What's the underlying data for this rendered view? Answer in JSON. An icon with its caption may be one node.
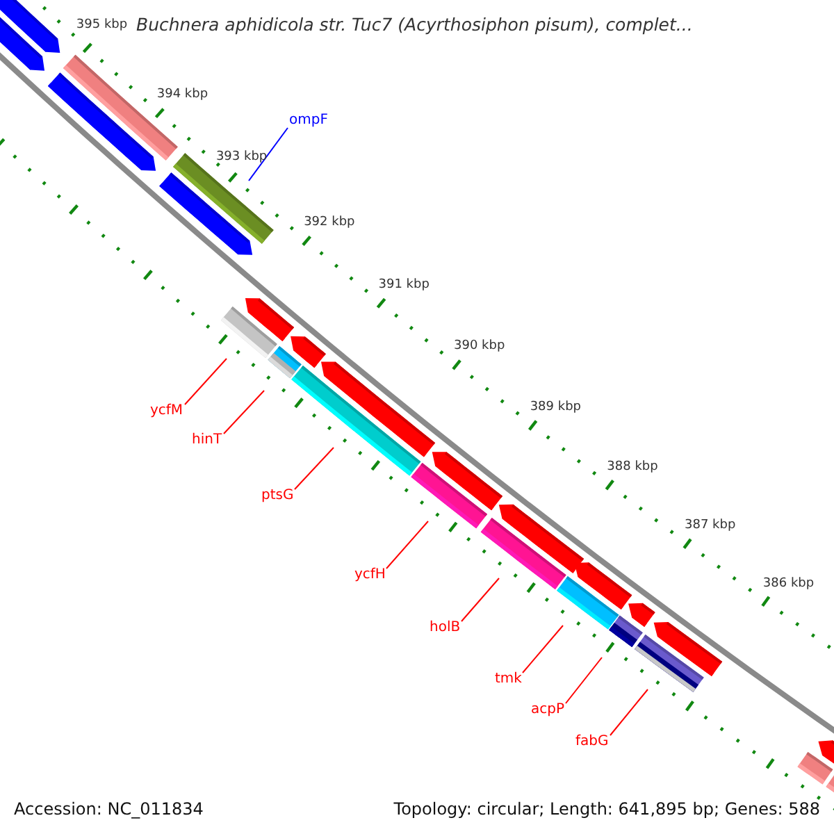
{
  "diagram": {
    "title": "Buchnera aphidicola str. Tuc7 (Acyrthosiphon pisum), complet...",
    "nodes": [
      {
        "text": [
          "ompF"
        ]
      },
      {
        "text": [
          "ycfM"
        ]
      },
      {
        "text": [
          "hinT"
        ]
      },
      {
        "text": [
          "ptsG"
        ]
      },
      {
        "text": [
          "ycfH"
        ]
      },
      {
        "text": [
          "holB"
        ]
      },
      {
        "text": [
          "tmk"
        ]
      },
      {
        "text": [
          "acpP"
        ]
      },
      {
        "text": [
          "fabG"
        ]
      }
    ],
    "edges": [
      {
        "from": 0,
        "to": null,
        "arrow": "none",
        "color": "#0000ff"
      },
      {
        "from": 1,
        "to": null,
        "arrow": "none"
      },
      {
        "from": 2,
        "to": null,
        "arrow": "none"
      },
      {
        "from": 3,
        "to": null,
        "arrow": "none"
      },
      {
        "from": 4,
        "to": null,
        "arrow": "none"
      },
      {
        "from": 5,
        "to": null,
        "arrow": "none"
      },
      {
        "from": 6,
        "to": null,
        "arrow": "none"
      },
      {
        "from": 7,
        "to": null,
        "arrow": "none"
      },
      {
        "from": 8,
        "to": null,
        "arrow": "none"
      }
    ],
    "labels": [
      "395 kbp",
      "394 kbp",
      "393 kbp",
      "392 kbp",
      "391 kbp",
      "390 kbp",
      "389 kbp",
      "388 kbp",
      "387 kbp",
      "386 kbp",
      "Accession: NC_011834",
      "Topology: circular; Length: 641,895 bp; Genes: 588"
    ]
  }
}
